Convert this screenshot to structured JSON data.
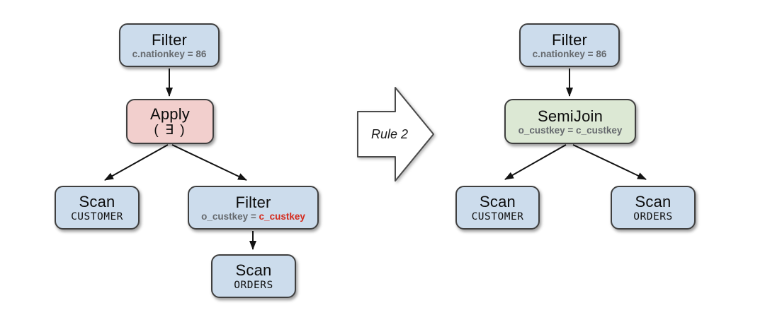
{
  "transform": {
    "label": "Rule 2"
  },
  "colors": {
    "node_blue": "#ccdcec",
    "node_pink": "#f2cfcd",
    "node_green": "#dce8d4",
    "node_border": "#3f3f3f",
    "predicate_gray": "#666a6e",
    "highlight_red": "#d42a1c",
    "edge_black": "#131313",
    "rule_arrow_fill": "#ffffff"
  },
  "left_tree": {
    "filter": {
      "title": "Filter",
      "predicate": "c.nationkey = 86"
    },
    "apply": {
      "title": "Apply",
      "symbol": "( ∃ )"
    },
    "scan_customer": {
      "title": "Scan",
      "table": "CUSTOMER"
    },
    "filter_custkey": {
      "title": "Filter",
      "predicate_lhs": "o_custkey = ",
      "predicate_rhs": "c_custkey"
    },
    "scan_orders": {
      "title": "Scan",
      "table": "ORDERS"
    }
  },
  "right_tree": {
    "filter": {
      "title": "Filter",
      "predicate": "c.nationkey = 86"
    },
    "semijoin": {
      "title": "SemiJoin",
      "predicate": "o_custkey = c_custkey"
    },
    "scan_customer": {
      "title": "Scan",
      "table": "CUSTOMER"
    },
    "scan_orders": {
      "title": "Scan",
      "table": "ORDERS"
    }
  }
}
